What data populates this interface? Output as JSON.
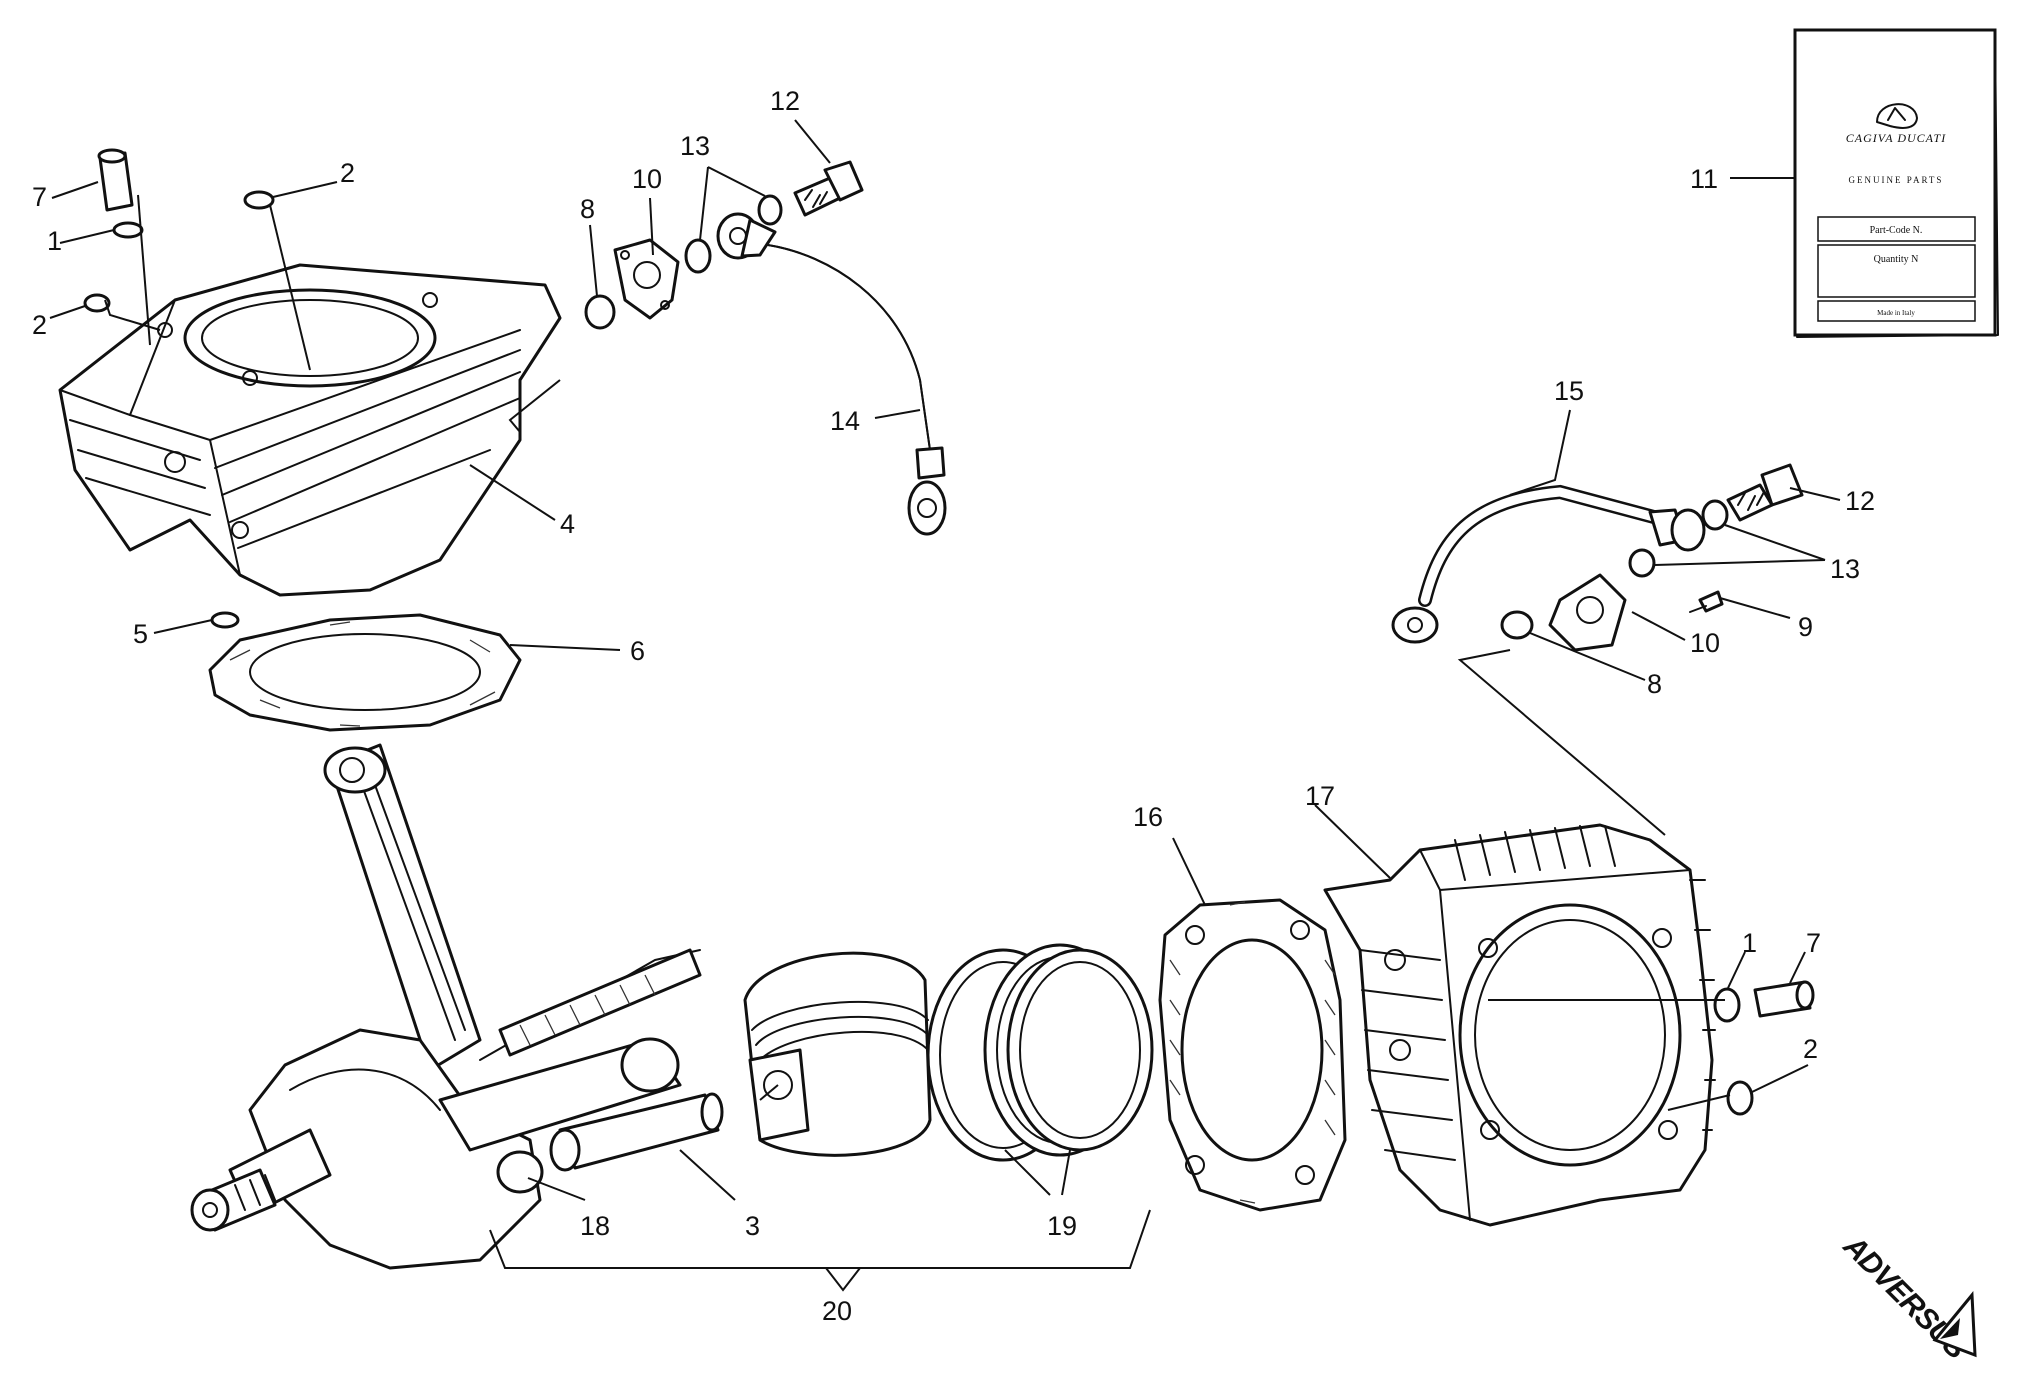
{
  "callouts": {
    "c7a": "7",
    "c1a": "1",
    "c2a": "2",
    "c2b": "2",
    "c4": "4",
    "c5": "5",
    "c6": "6",
    "c8a": "8",
    "c10a": "10",
    "c13a": "13",
    "c12a": "12",
    "c14": "14",
    "c11": "11",
    "c15": "15",
    "c12b": "12",
    "c13b": "13",
    "c9": "9",
    "c10b": "10",
    "c8b": "8",
    "c16": "16",
    "c17": "17",
    "c1b": "1",
    "c7b": "7",
    "c2c": "2",
    "c18": "18",
    "c3": "3",
    "c19": "19",
    "c20": "20"
  },
  "parts_card": {
    "brand": "CAGIVA DUCATI",
    "subtitle": "GENUINE PARTS",
    "field_part_code": "Part-Code N.",
    "field_quantity": "Quantity N",
    "footer": "Made in Italy"
  },
  "watermark": {
    "text": "ADVERSUS",
    "color": "#111111"
  }
}
